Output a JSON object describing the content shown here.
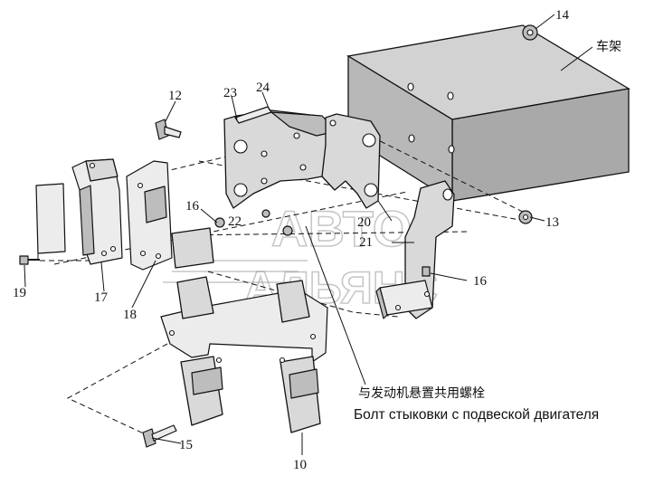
{
  "callouts": {
    "c10": "10",
    "c12": "12",
    "c13": "13",
    "c14": "14",
    "c15": "15",
    "c16a": "16",
    "c16b": "16",
    "c17": "17",
    "c18": "18",
    "c19": "19",
    "c20": "20",
    "c21": "21",
    "c22": "22",
    "c23": "23",
    "c24": "24"
  },
  "frame_label": "车架",
  "note_cn": "与发动机悬置共用螺栓",
  "note_ru": "Болт стыковки с подвеской двигателя",
  "watermark": {
    "line1": "АВТО",
    "line2": "АЛЬЯНС"
  }
}
